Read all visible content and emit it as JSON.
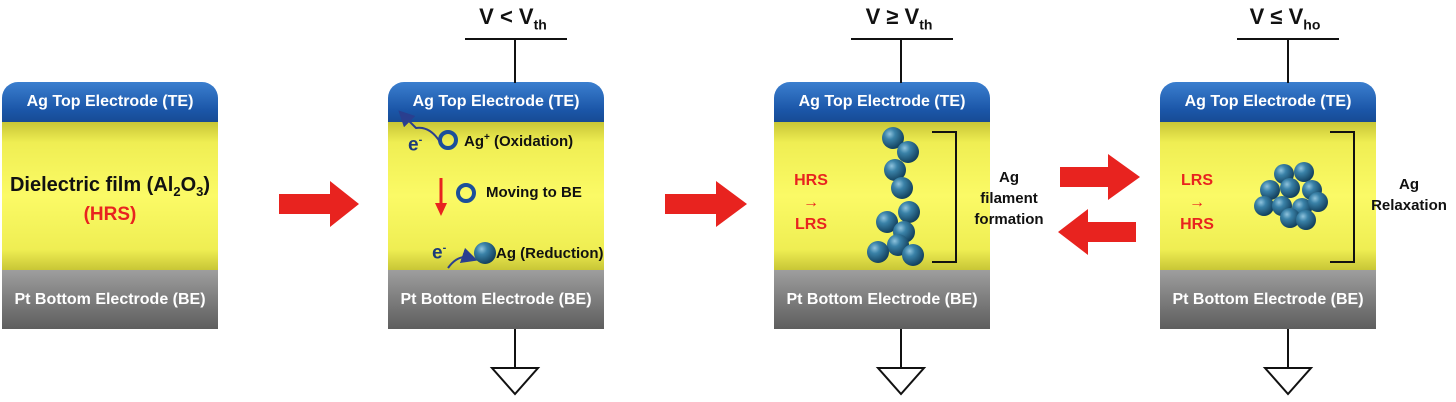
{
  "panel1": {
    "top_electrode": "Ag Top Electrode (TE)",
    "film_label": "Dielectric film (Al",
    "film_sub1": "2",
    "film_mid": "O",
    "film_sub2": "3",
    "film_end": ")",
    "state": "(HRS)",
    "bottom_electrode": "Pt Bottom Electrode (BE)"
  },
  "panel2": {
    "voltage_main": "V < V",
    "voltage_sub": "th",
    "top_electrode": "Ag Top Electrode (TE)",
    "electron": "e",
    "electron_sup": "-",
    "oxidation_pre": "Ag",
    "oxidation_sup": "+",
    "oxidation_post": " (Oxidation)",
    "moving": "Moving to BE",
    "reduction": "Ag (Reduction)",
    "bottom_electrode": "Pt Bottom Electrode (BE)"
  },
  "panel3": {
    "voltage_main": "V ≥ V",
    "voltage_sub": "th",
    "top_electrode": "Ag Top Electrode (TE)",
    "state_from": "HRS",
    "arrow": "→",
    "state_to": "LRS",
    "note_line1": "Ag",
    "note_line2": "filament",
    "note_line3": "formation",
    "bottom_electrode": "Pt Bottom Electrode (BE)"
  },
  "panel4": {
    "voltage_main": "V ≤ V",
    "voltage_sub": "ho",
    "top_electrode": "Ag Top Electrode (TE)",
    "state_from": "LRS",
    "arrow": "→",
    "state_to": "HRS",
    "note_line1": "Ag",
    "note_line2": "Relaxation",
    "bottom_electrode": "Pt Bottom Electrode (BE)"
  },
  "colors": {
    "top_electrode": "#1b56a8",
    "dielectric": "#fbfa66",
    "bottom_electrode": "#7d7d7d",
    "arrow_red": "#e8231f",
    "ag_sphere": "#2a6d92",
    "ion_ring": "#1b4f9a"
  }
}
